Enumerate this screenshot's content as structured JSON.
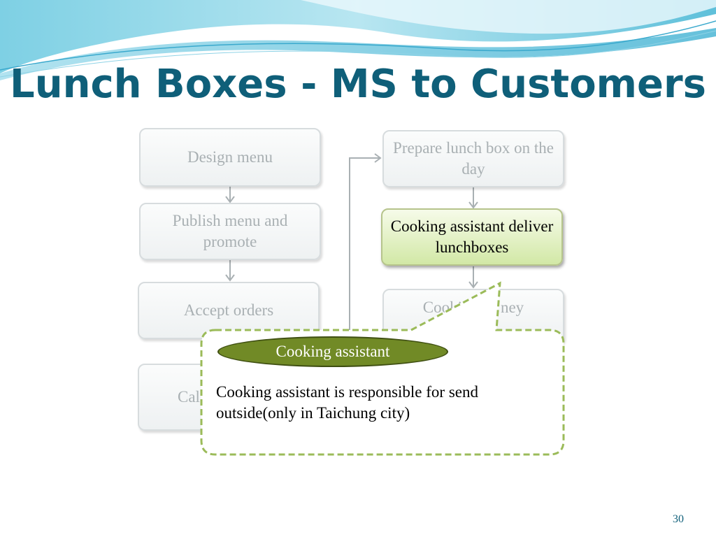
{
  "slide": {
    "title": "Lunch Boxes - MS to Customers",
    "page_number": "30"
  },
  "flow": {
    "left": [
      {
        "label": "Design menu"
      },
      {
        "label": "Publish menu and promote"
      },
      {
        "label": "Accept orders"
      },
      {
        "label": "Cal nu lu"
      }
    ],
    "right": [
      {
        "label": "Prepare lunch box on the day"
      },
      {
        "label": "Cooking assistant deliver lunchboxes"
      },
      {
        "label": "Cooki stant ney"
      }
    ]
  },
  "callout": {
    "role": "Cooking assistant",
    "text": "Cooking assistant is responsible for  send outside(only in Taichung city)"
  },
  "colors": {
    "title": "#0f5f79",
    "pill": "#718a26",
    "callout_border": "#9bbb59",
    "highlight_box": "#d2e8a6"
  }
}
